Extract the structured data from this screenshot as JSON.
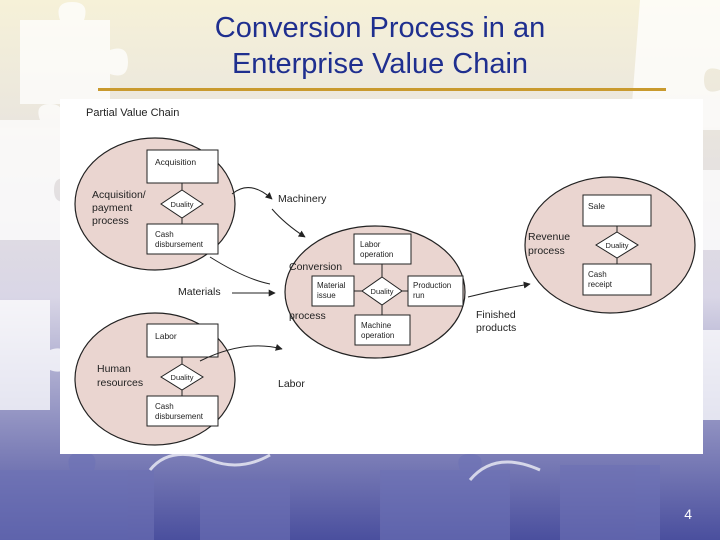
{
  "slide": {
    "title_line1": "Conversion Process in an",
    "title_line2": "Enterprise Value Chain",
    "page_number": "4"
  },
  "diagram": {
    "caption": "Partial Value Chain",
    "acquisition": {
      "label_line1": "Acquisition/",
      "label_line2": "payment",
      "label_line3": "process",
      "event_top": "Acquisition",
      "quality": "Duality",
      "event_bottom_line1": "Cash",
      "event_bottom_line2": "disbursement"
    },
    "human_resources": {
      "label_line1": "Human",
      "label_line2": "resources",
      "event_top": "Labor",
      "quality": "Duality",
      "event_bottom_line1": "Cash",
      "event_bottom_line2": "disbursement"
    },
    "conversion": {
      "label_line1": "Conversion",
      "label_line2": "process",
      "event_top_line1": "Labor",
      "event_top_line2": "operation",
      "event_left_line1": "Material",
      "event_left_line2": "issue",
      "quality": "Duality",
      "event_right_line1": "Production",
      "event_right_line2": "run",
      "event_bottom_line1": "Machine",
      "event_bottom_line2": "operation"
    },
    "revenue": {
      "label_line1": "Revenue",
      "label_line2": "process",
      "event_top": "Sale",
      "quality": "Duality",
      "event_bottom_line1": "Cash",
      "event_bottom_line2": "receipt"
    },
    "flows": {
      "machinery": "Machinery",
      "materials": "Materials",
      "labor": "Labor",
      "finished_line1": "Finished",
      "finished_line2": "products"
    }
  },
  "colors": {
    "ellipse_fill": "#ead5d0",
    "outline": "#222222",
    "title": "#1f2f8f",
    "rule": "#c99a2e",
    "background_top": "#f6f1d8",
    "background_bottom": "#4a4f9e"
  }
}
